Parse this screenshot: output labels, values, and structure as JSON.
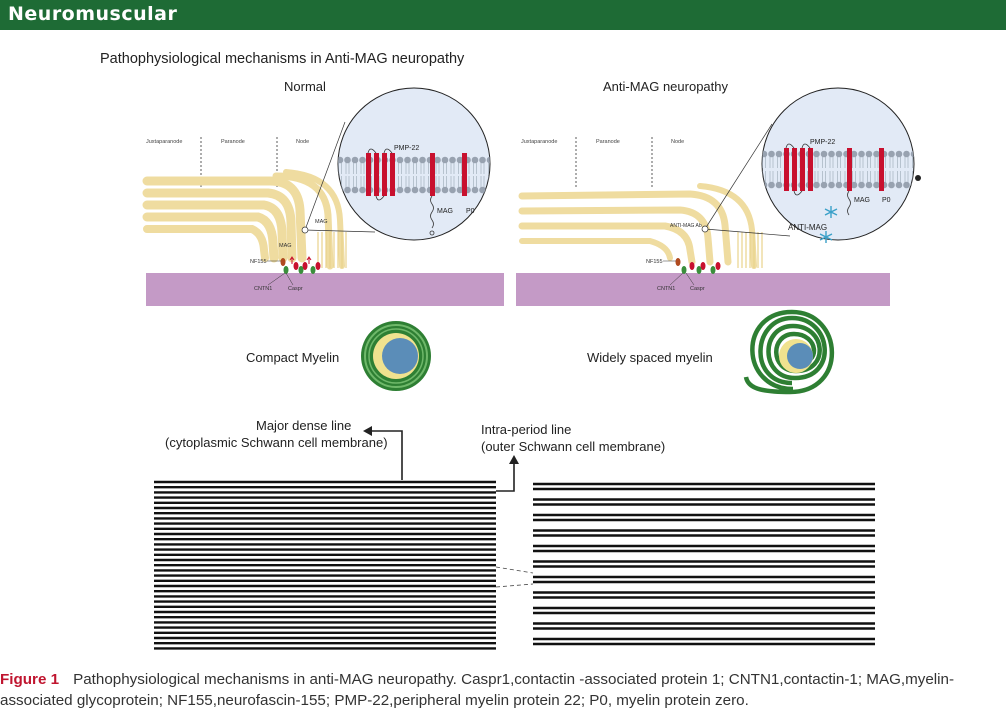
{
  "header": {
    "section": "Neuromuscular"
  },
  "figure": {
    "title": "Pathophysiological mechanisms in Anti-MAG neuropathy",
    "left_panel": {
      "title": "Normal",
      "regions": [
        "Juxtaparanode",
        "Paranode",
        "Node"
      ],
      "labels": {
        "mag_top": "MAG",
        "mag_bottom": "MAG",
        "nf155": "NF155",
        "cntn1": "CNTN1",
        "caspr": "Caspr"
      },
      "zoom": {
        "pmp22": "PMP-22",
        "mag": "MAG",
        "p0": "P0"
      },
      "myelin_label": "Compact Myelin"
    },
    "right_panel": {
      "title": "Anti-MAG neuropathy",
      "regions": [
        "Juxtaparanode",
        "Paranode",
        "Node"
      ],
      "labels": {
        "antibody": "ANTI-MAG Ab",
        "nf155": "NF155",
        "cntn1": "CNTN1",
        "caspr": "Caspr"
      },
      "zoom": {
        "pmp22": "PMP-22",
        "mag": "MAG",
        "p0": "P0",
        "anti_mag": "ANTI-MAG"
      },
      "myelin_label": "Widely spaced myelin"
    },
    "line_labels": {
      "major_dense_1": "Major dense line",
      "major_dense_2": "(cytoplasmic Schwann cell membrane)",
      "intra_period_1": "Intra-period line",
      "intra_period_2": "(outer Schwann cell membrane)"
    },
    "colors": {
      "header_green": "#1e6b35",
      "axon_purple": "#c49ac6",
      "myelin_yellow": "#f3e5a9",
      "protein_red": "#c8102e",
      "myelin_green": "#3a8f3c",
      "axon_blue": "#5b8db8"
    }
  },
  "caption": {
    "label": "Figure 1",
    "text": "Pathophysiological mechanisms in anti-MAG neuropathy. Caspr1,contactin -associated protein 1; CNTN1,contactin-1; MAG,myelin-associated glycoprotein; NF155,neurofascin-155; PMP-22,peripheral myelin protein 22; P0, myelin protein zero."
  }
}
